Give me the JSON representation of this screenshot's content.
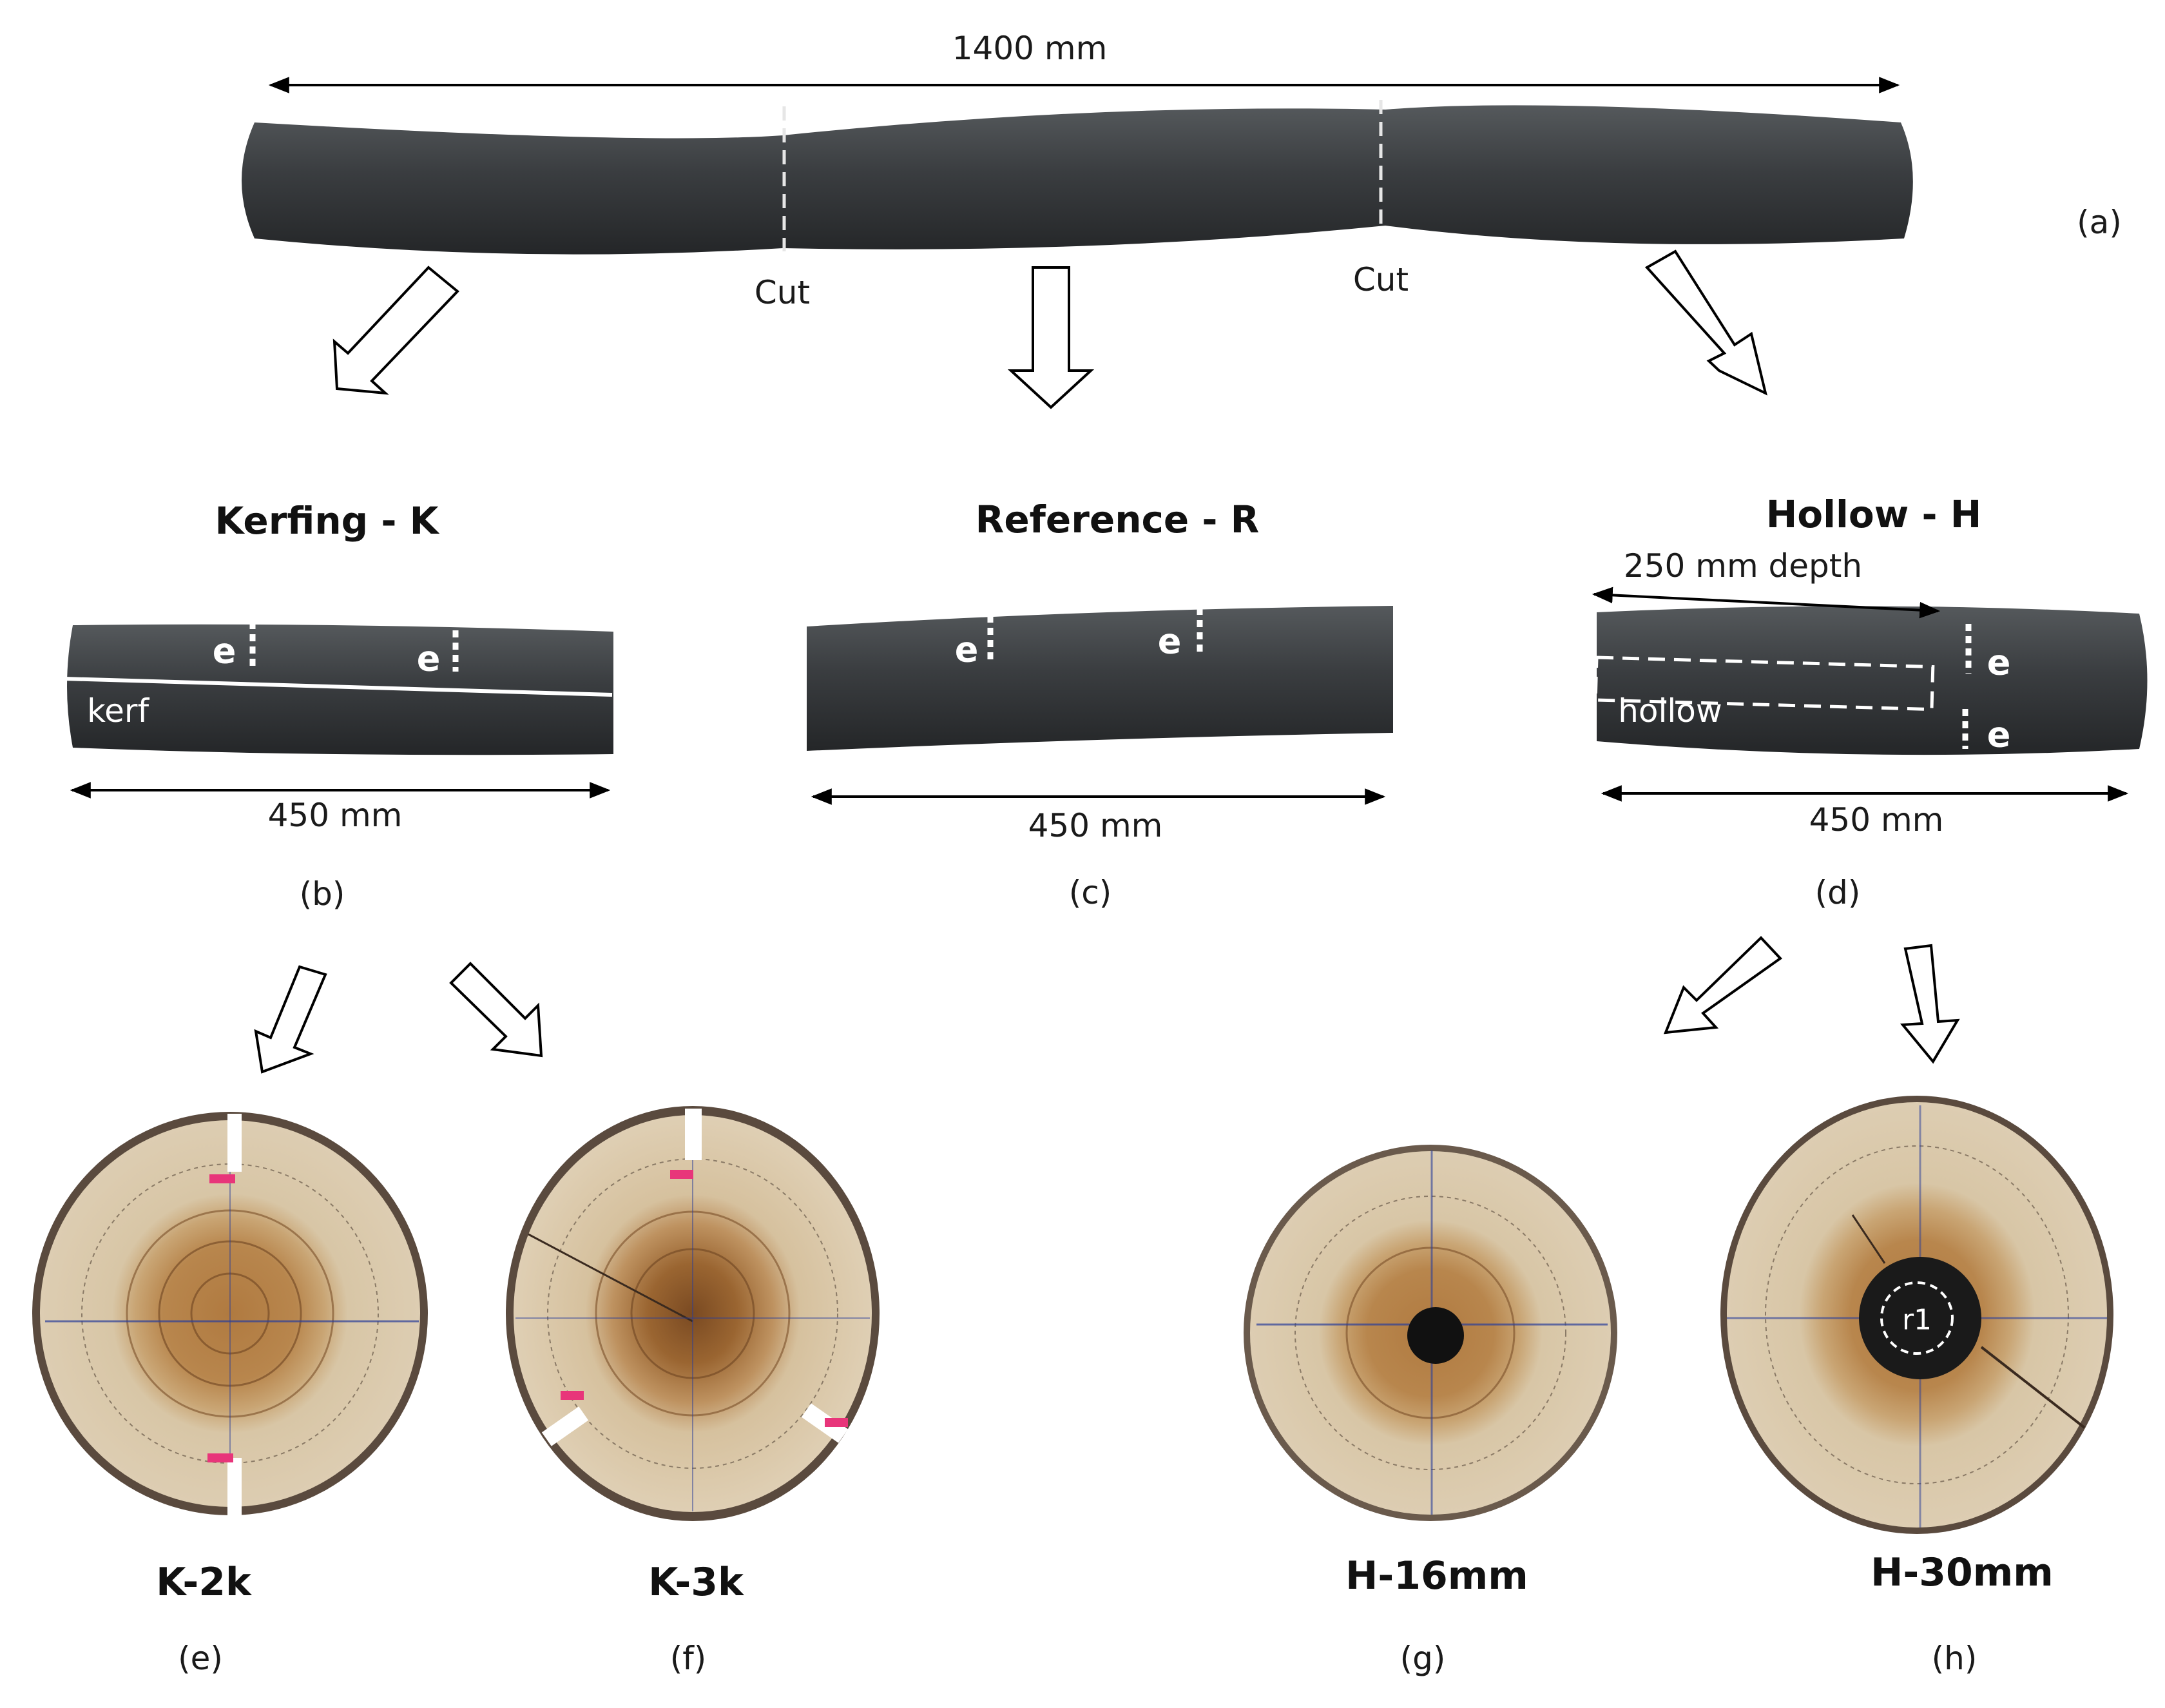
{
  "dims": {
    "full_length": "1400 mm",
    "segment_length": "450 mm",
    "hollow_depth": "250 mm depth"
  },
  "cut_label": "Cut",
  "panels": {
    "a": "(a)",
    "b": "(b)",
    "c": "(c)",
    "d": "(d)",
    "e": "(e)",
    "f": "(f)",
    "g": "(g)",
    "h": "(h)"
  },
  "titles": {
    "kerfing": "Kerfing - K",
    "reference": "Reference - R",
    "hollow": "Hollow - H"
  },
  "labels": {
    "e": "e",
    "kerf": "kerf",
    "hollow": "hollow",
    "r1": "r1"
  },
  "specimens": {
    "k2k": "K-2k",
    "k3k": "K-3k",
    "h16": "H-16mm",
    "h30": "H-30mm"
  },
  "colors": {
    "bark": "#3a3d3f",
    "wood": "#d6c3a2",
    "heartwood": "#a9763f",
    "ink": "#2b3f9a",
    "marker": "#e8357a"
  }
}
